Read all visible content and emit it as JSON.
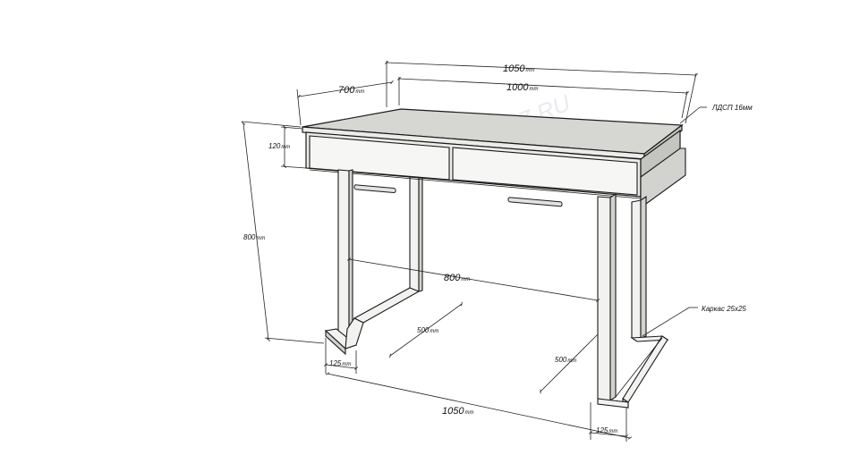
{
  "watermark": "ZAKAZ.RU",
  "material_note": "ЛДСП 16мм",
  "frame_note": "Каркас 25х25",
  "dimensions": {
    "top_width": {
      "value": "1050",
      "unit": "mm"
    },
    "top_depth": {
      "value": "700",
      "unit": "mm"
    },
    "inner_width": {
      "value": "1000",
      "unit": "mm"
    },
    "apron_height": {
      "value": "120",
      "unit": "mm"
    },
    "total_height": {
      "value": "800",
      "unit": "mm"
    },
    "leg_span": {
      "value": "800",
      "unit": "mm"
    },
    "left_base_depth": {
      "value": "500",
      "unit": "mm"
    },
    "left_foot": {
      "value": "125",
      "unit": "mm"
    },
    "right_base_depth": {
      "value": "500",
      "unit": "mm"
    },
    "right_foot": {
      "value": "125",
      "unit": "mm"
    },
    "base_width": {
      "value": "1050",
      "unit": "mm"
    }
  }
}
